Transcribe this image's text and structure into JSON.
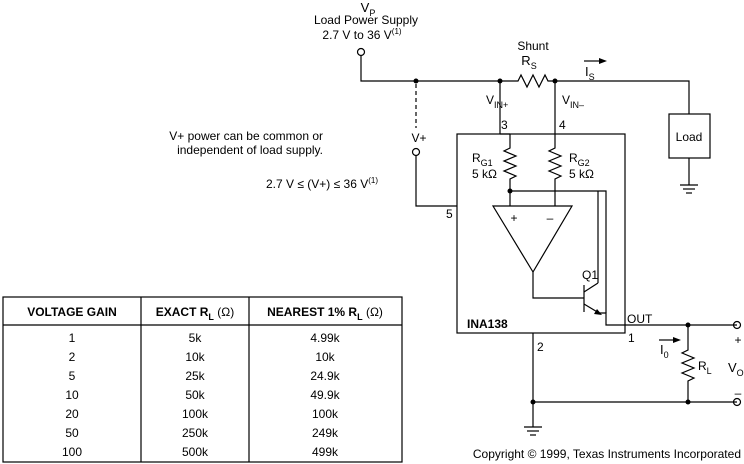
{
  "supply": {
    "vp_main": "V",
    "vp_sub": "P",
    "label": "Load Power Supply",
    "range": "2.7 V to 36 V",
    "range_note": "(1)"
  },
  "shunt": {
    "label": "Shunt",
    "rs_main": "R",
    "rs_sub": "S",
    "is_main": "I",
    "is_sub": "S"
  },
  "pins": {
    "vin_plus_main": "V",
    "vin_plus_sub": "IN+",
    "vin_minus_main": "V",
    "vin_minus_sub": "IN–",
    "p3": "3",
    "p4": "4",
    "p5": "5",
    "p2": "2",
    "p1": "1",
    "out": "OUT"
  },
  "vplus": {
    "label": "V+",
    "note_line1": "V+ power can be common or",
    "note_line2": "independent of load supply.",
    "range": "2.7 V ≤ (V+) ≤ 36 V",
    "range_note": "(1)"
  },
  "chip": {
    "rg1_main": "R",
    "rg1_sub": "G1",
    "rg1_value": "5 kΩ",
    "rg2_main": "R",
    "rg2_sub": "G2",
    "rg2_value": "5 kΩ",
    "plus": "+",
    "minus": "–",
    "q1": "Q1",
    "name": "INA138"
  },
  "load": {
    "label": "Load"
  },
  "output": {
    "i0_main": "I",
    "i0_sub": "0",
    "rl_main": "R",
    "rl_sub": "L",
    "vo_main": "V",
    "vo_sub": "O",
    "plus": "+",
    "minus": "–"
  },
  "table": {
    "headers": [
      "VOLTAGE GAIN",
      "EXACT R",
      "NEAREST 1% R"
    ],
    "header_sub": "L",
    "header_unit": "(Ω)",
    "rows": [
      [
        "1",
        "5k",
        "4.99k"
      ],
      [
        "2",
        "10k",
        "10k"
      ],
      [
        "5",
        "25k",
        "24.9k"
      ],
      [
        "10",
        "50k",
        "49.9k"
      ],
      [
        "20",
        "100k",
        "100k"
      ],
      [
        "50",
        "250k",
        "249k"
      ],
      [
        "100",
        "500k",
        "499k"
      ]
    ]
  },
  "copyright": "Copyright © 1999, Texas Instruments Incorporated"
}
